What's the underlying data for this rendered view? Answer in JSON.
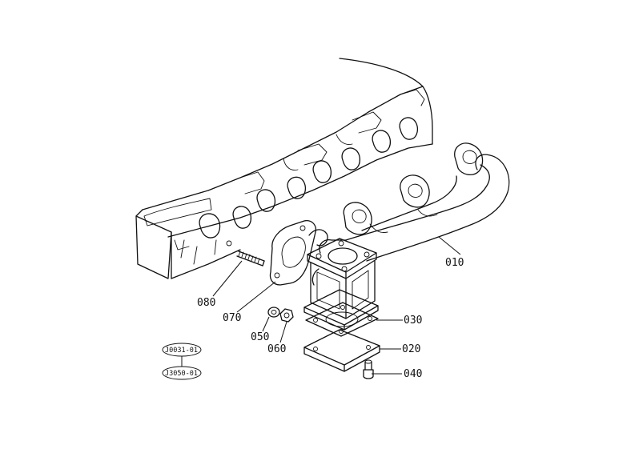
{
  "callouts": {
    "p010": "010",
    "p020": "020",
    "p030": "030",
    "p040": "040",
    "p050": "050",
    "p060": "060",
    "p070": "070",
    "p080": "080"
  },
  "reference_codes": {
    "ref1": "J0031-01",
    "ref2": "J3050-01"
  }
}
